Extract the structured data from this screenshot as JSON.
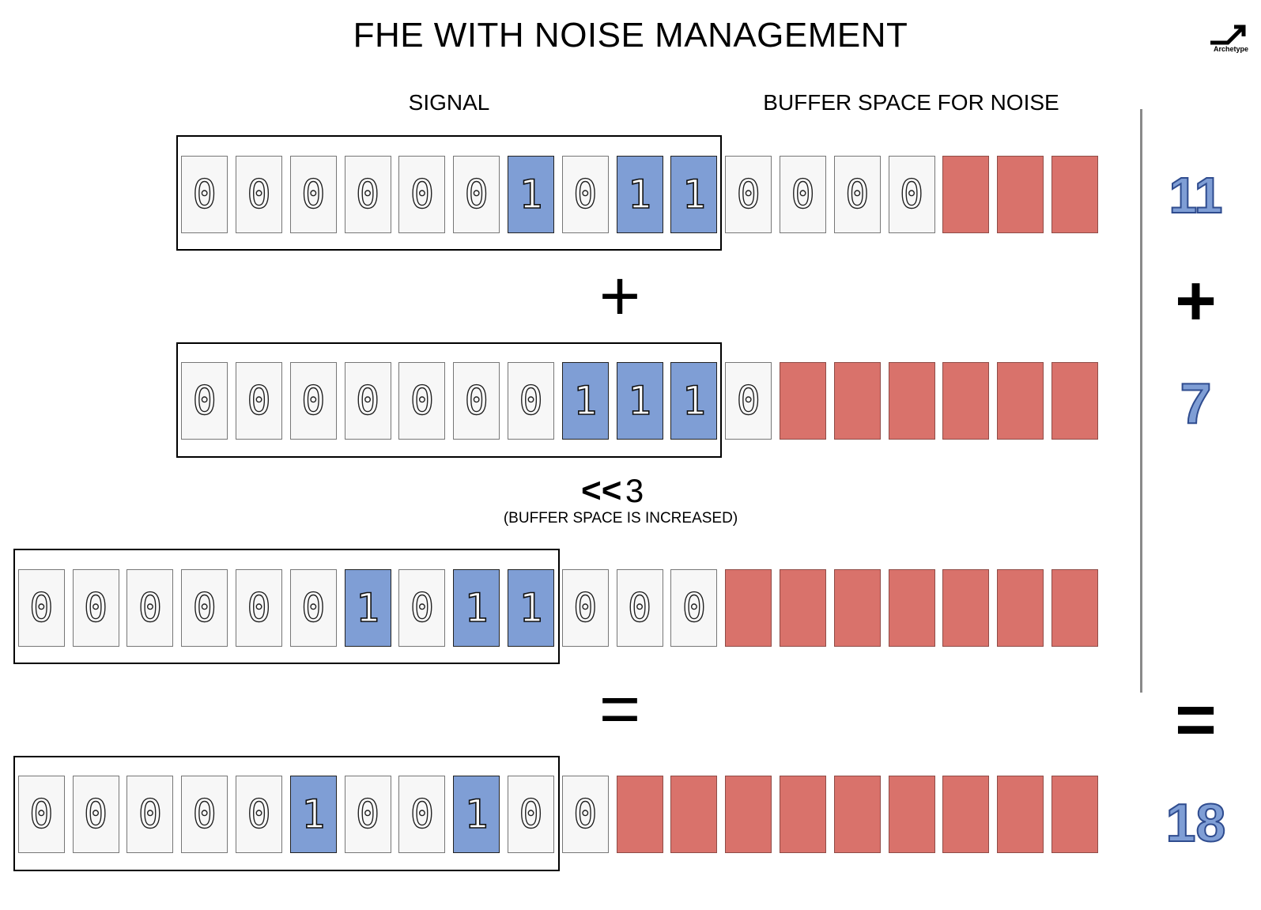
{
  "title": "FHE WITH NOISE MANAGEMENT",
  "logo": {
    "text": "Archetype"
  },
  "labels": {
    "signal": "SIGNAL",
    "buffer": "BUFFER SPACE FOR NOISE"
  },
  "rows": [
    {
      "cells": [
        "0",
        "0",
        "0",
        "0",
        "0",
        "0",
        "1",
        "0",
        "1",
        "1",
        "0",
        "0",
        "0",
        "0",
        "n",
        "n",
        "n"
      ],
      "offset": 0
    },
    {
      "cells": [
        "0",
        "0",
        "0",
        "0",
        "0",
        "0",
        "0",
        "1",
        "1",
        "1",
        "0",
        "n",
        "n",
        "n",
        "n",
        "n",
        "n"
      ],
      "offset": 0
    },
    {
      "cells": [
        "0",
        "0",
        "0",
        "0",
        "0",
        "0",
        "1",
        "0",
        "1",
        "1",
        "0",
        "0",
        "0",
        "n",
        "n",
        "n",
        "n",
        "n",
        "n",
        "n"
      ],
      "offset": 3
    },
    {
      "cells": [
        "0",
        "0",
        "0",
        "0",
        "0",
        "1",
        "0",
        "0",
        "1",
        "0",
        "0",
        "n",
        "n",
        "n",
        "n",
        "n",
        "n",
        "n",
        "n",
        "n"
      ],
      "offset": 3
    }
  ],
  "operators": {
    "plus": "+",
    "equals": "="
  },
  "shift": {
    "symbol": "<<",
    "amount": "3",
    "note": "(BUFFER SPACE IS INCREASED)"
  },
  "numbers": {
    "a": "11",
    "plus": "+",
    "b": "7",
    "equals": "=",
    "result": "18"
  },
  "colors": {
    "one": "#7f9ed5",
    "zero": "#f7f7f7",
    "noise": "#d9726b",
    "number_fill": "#7f9ed5"
  }
}
